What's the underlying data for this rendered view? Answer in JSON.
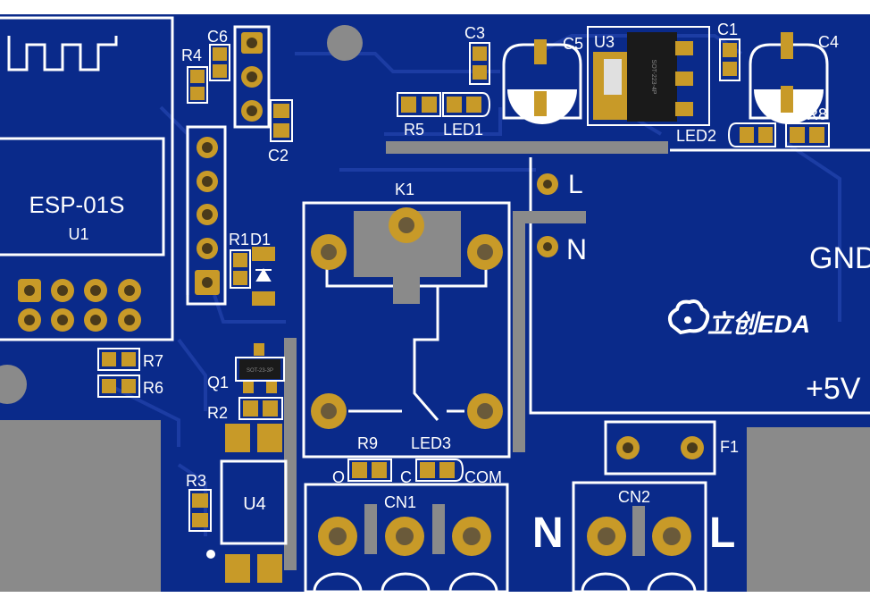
{
  "colors": {
    "board": "#0a2a8a",
    "trace": "#1a3a9c",
    "pad_gold": "#c89a28",
    "pad_hole": "#6a5a3a",
    "silk": "#ffffff",
    "gray_block": "#8a8a8a"
  },
  "module": {
    "name": "ESP-01S",
    "ref": "U1"
  },
  "refs": {
    "c6": "C6",
    "r4": "R4",
    "c2": "C2",
    "c3": "C3",
    "r5": "R5",
    "led1": "LED1",
    "c5": "C5",
    "u3": "U3",
    "c1": "C1",
    "c4": "C4",
    "r8": "R8",
    "led2": "LED2",
    "r1": "R1",
    "d1": "D1",
    "k1": "K1",
    "r7": "R7",
    "r6": "R6",
    "q1": "Q1",
    "r2": "R2",
    "r3": "R3",
    "u4": "U4",
    "r9": "R9",
    "led3": "LED3",
    "cn1": "CN1",
    "cn2": "CN2",
    "f1": "F1"
  },
  "terminal_labels": {
    "l_top": "L",
    "n_top": "N",
    "gnd": "GND",
    "plus5v": "+5V",
    "o": "O",
    "c": "C",
    "com": "COM",
    "n_big": "N",
    "l_big": "L"
  },
  "u3_marking": "SOT-223-4P",
  "q1_marking": "SOT-23-3P",
  "logo_text": "立创EDA",
  "logo_icon": "cloud-logo-icon"
}
